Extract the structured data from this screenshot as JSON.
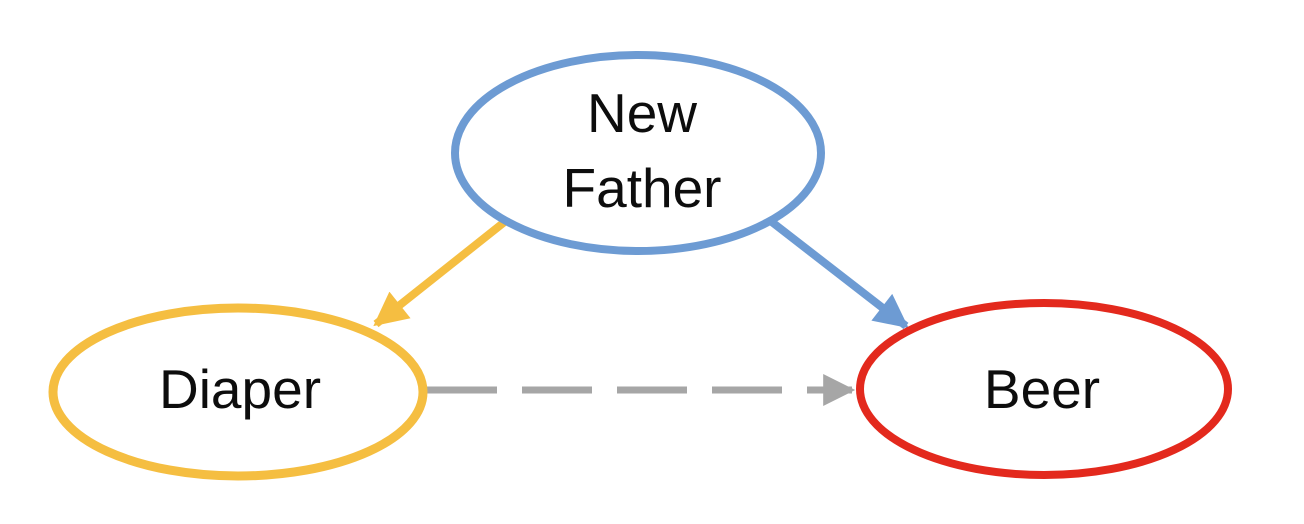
{
  "diagram": {
    "type": "directed-graph",
    "background_color": "#ffffff",
    "nodes": [
      {
        "id": "new-father",
        "lines": [
          "New",
          "Father"
        ],
        "shape": "ellipse",
        "stroke_color": "#6D9BD3",
        "text_color": "#0d0d0d"
      },
      {
        "id": "diaper",
        "lines": [
          "Diaper"
        ],
        "shape": "ellipse",
        "stroke_color": "#F5BE41",
        "text_color": "#0d0d0d"
      },
      {
        "id": "beer",
        "lines": [
          "Beer"
        ],
        "shape": "ellipse",
        "stroke_color": "#E3291D",
        "text_color": "#0d0d0d"
      }
    ],
    "edges": [
      {
        "from": "new-father",
        "to": "diaper",
        "style": "solid",
        "color": "#F5BE41"
      },
      {
        "from": "new-father",
        "to": "beer",
        "style": "solid",
        "color": "#6D9BD3"
      },
      {
        "from": "diaper",
        "to": "beer",
        "style": "dashed",
        "color": "#A6A6A6"
      }
    ]
  }
}
